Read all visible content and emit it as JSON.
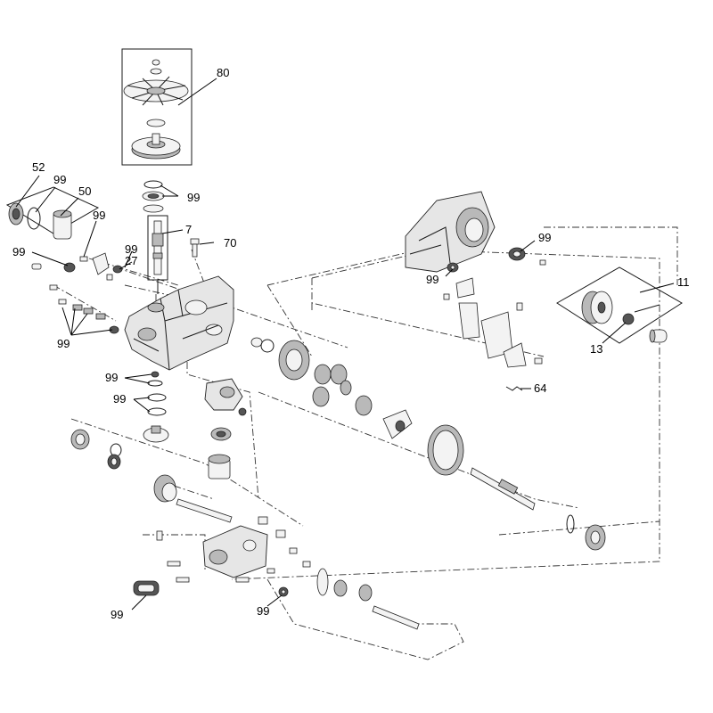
{
  "callouts": {
    "c80": "80",
    "c52": "52",
    "c99a": "99",
    "c50": "50",
    "c99b": "99",
    "c99c": "99",
    "c7": "7",
    "c99d": "99",
    "c27": "27",
    "c70": "70",
    "c99e": "99",
    "c99f": "99",
    "c99g": "99",
    "c99h": "99",
    "c99i": "99",
    "c99j": "99",
    "c11": "11",
    "c13": "13",
    "c64": "64",
    "c99k": "99",
    "c99l": "99"
  },
  "colors": {
    "line": "#1a1a1a",
    "part_fill": "#e6e6e6",
    "shade_dark": "#555555",
    "shade_mid": "#b9b9b9"
  }
}
